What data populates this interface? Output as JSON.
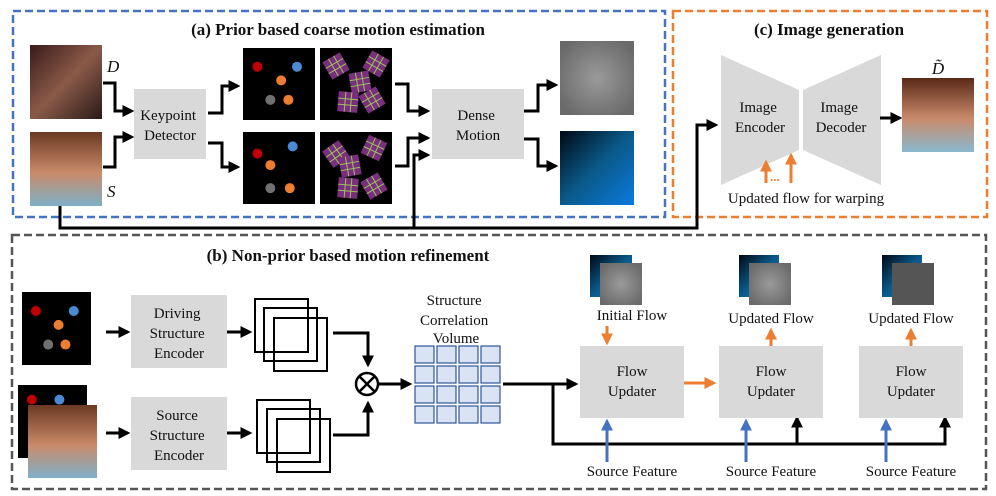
{
  "panels": {
    "a": {
      "title": "(a) Prior based coarse motion estimation",
      "border_color": "#4472c4"
    },
    "b": {
      "title": "(b) Non-prior based motion refinement",
      "border_color": "#555555"
    },
    "c": {
      "title": "(c) Image generation",
      "border_color": "#ed7d31"
    }
  },
  "labels": {
    "driving": "D",
    "source": "S",
    "output": "D̃"
  },
  "panel_a": {
    "keypoint_detector": [
      "Keypoint",
      "Detector"
    ],
    "dense_motion": [
      "Dense",
      "Motion"
    ]
  },
  "panel_c": {
    "image_encoder": [
      "Image",
      "Encoder"
    ],
    "image_decoder": [
      "Image",
      "Decoder"
    ],
    "flow_note": "Updated flow for warping",
    "dots": "..."
  },
  "panel_b": {
    "driving_encoder": [
      "Driving",
      "Structure",
      "Encoder"
    ],
    "source_encoder": [
      "Source",
      "Structure",
      "Encoder"
    ],
    "correlation_volume": [
      "Structure",
      "Correlation",
      "Volume"
    ],
    "flow_updaters": [
      {
        "label": [
          "Flow",
          "Updater"
        ],
        "flow_label": "Initial Flow",
        "feature_label": "Source Feature"
      },
      {
        "label": [
          "Flow",
          "Updater"
        ],
        "flow_label": "Updated Flow",
        "feature_label": "Source Feature"
      },
      {
        "label": [
          "Flow",
          "Updater"
        ],
        "flow_label": "Updated Flow",
        "feature_label": "Source Feature"
      }
    ],
    "ellipsis": "···"
  },
  "colors": {
    "flow_arrow": "#ed7d31",
    "feature_arrow": "#4472c4",
    "block_fill": "#d9d9d9",
    "grid_fill": "#dae3f3",
    "grid_stroke": "#2f5597",
    "kp_red": "#c00000",
    "kp_blue": "#4a8ad4",
    "kp_orange": "#ed7d31",
    "kp_gray": "#707070"
  }
}
